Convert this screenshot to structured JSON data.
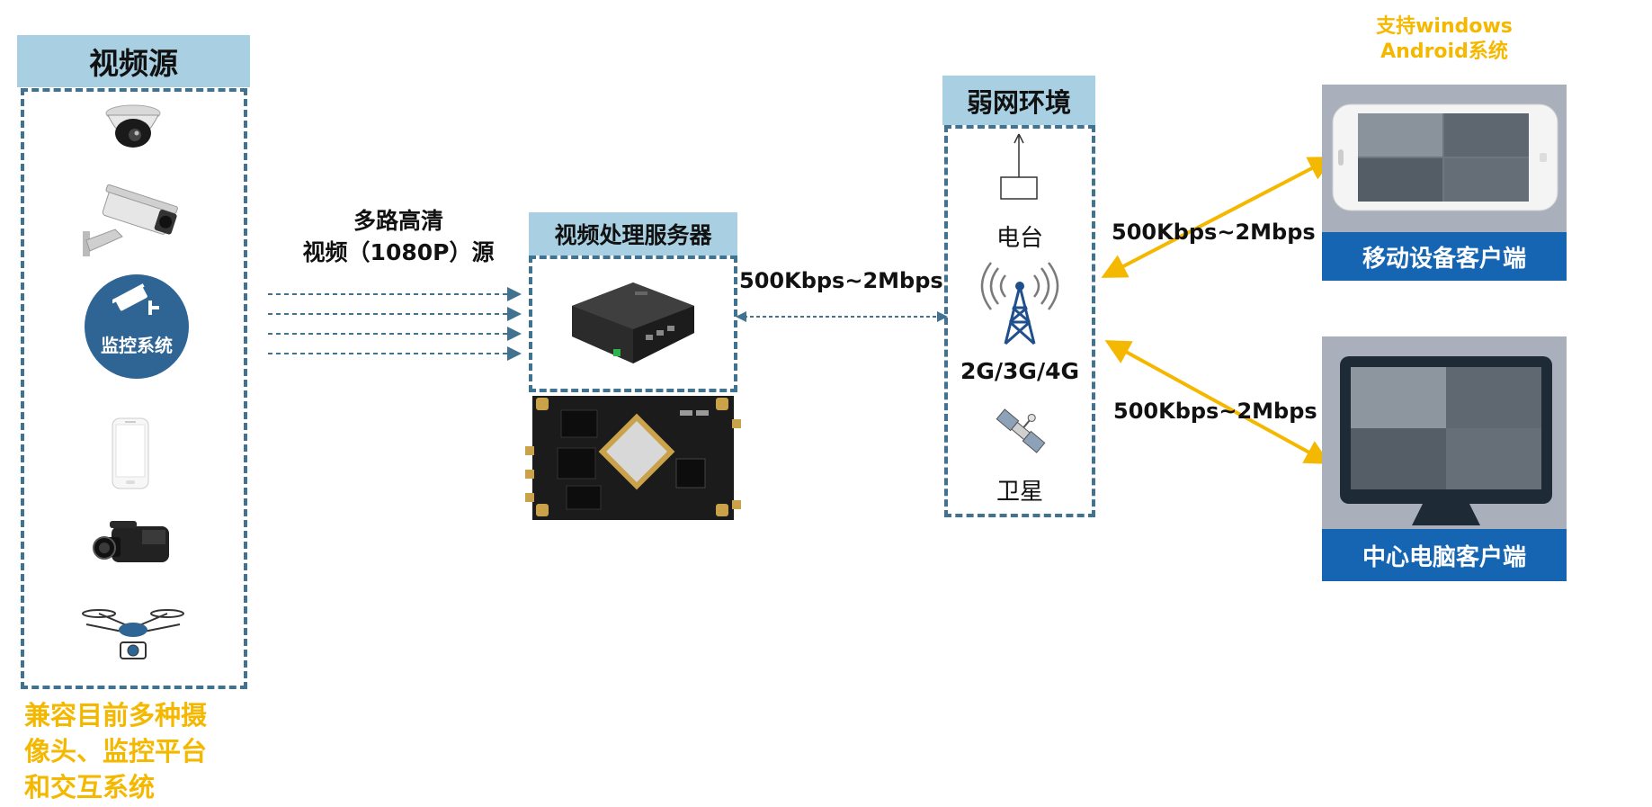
{
  "video_source": {
    "header": "视频源",
    "monitor_badge": "监控系统",
    "caption_lines": [
      "兼容目前多种摄",
      "像头、监控平台",
      "和交互系统"
    ]
  },
  "stream_label": [
    "多路高清",
    "视频（1080P）源"
  ],
  "server": {
    "header": "视频处理服务器"
  },
  "link_server": "500Kbps~2Mbps",
  "weak_network": {
    "header": "弱网环境",
    "radio": "电台",
    "cellular": "2G/3G/4G",
    "satellite": "卫星"
  },
  "link_mobile": "500Kbps~2Mbps",
  "link_pc": "500Kbps~2Mbps",
  "support_os": [
    "支持windows",
    "Android系统"
  ],
  "mobile_client": "移动设备客户端",
  "pc_client": "中心电脑客户端",
  "colors": {
    "accent_orange": "#f5b800",
    "dashed_blue": "#41728f",
    "header_blue": "#a8cfe2",
    "band_blue": "#1565b3"
  }
}
